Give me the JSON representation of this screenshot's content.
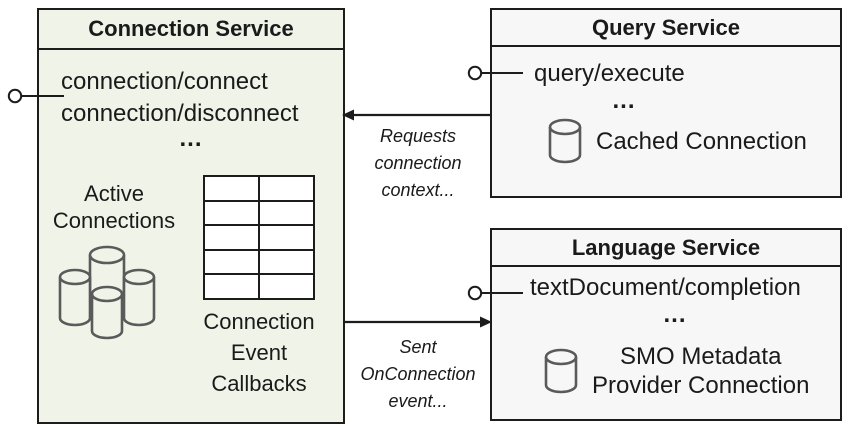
{
  "colors": {
    "box_fill_left": "#f0f3e8",
    "box_fill_right": "#f7f7f7",
    "border": "#1c1c1c",
    "icon_stroke": "#5a5a5a"
  },
  "connection_service": {
    "title": "Connection Service",
    "methods": [
      "connection/connect",
      "connection/disconnect"
    ],
    "ellipsis": "...",
    "active_connections_label": "Active\nConnections",
    "callbacks_label": "Connection\nEvent\nCallbacks"
  },
  "query_service": {
    "title": "Query Service",
    "method": "query/execute",
    "ellipsis": "...",
    "cached_connection_label": "Cached Connection"
  },
  "language_service": {
    "title": "Language Service",
    "method": "textDocument/completion",
    "ellipsis": "...",
    "smo_connection_label": "SMO Metadata\nProvider Connection"
  },
  "arrows": {
    "requests_label": "Requests\nconnection\ncontext...",
    "sent_label": "Sent\nOnConnection\nevent..."
  }
}
